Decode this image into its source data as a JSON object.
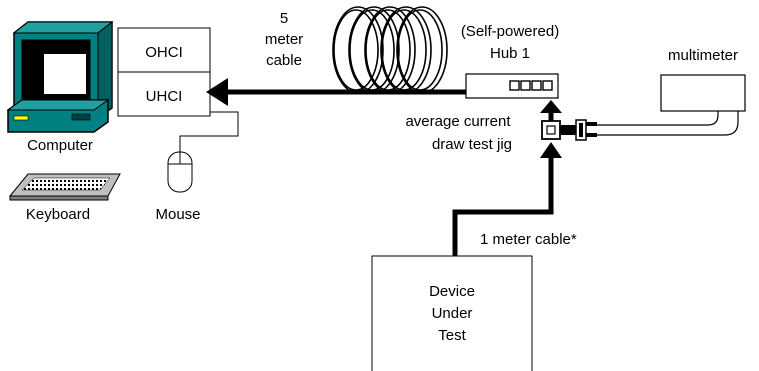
{
  "labels": {
    "cable_5m_line1": "5",
    "cable_5m_line2": "meter",
    "cable_5m_line3": "cable",
    "ohci": "OHCI",
    "uhci": "UHCI",
    "computer": "Computer",
    "keyboard": "Keyboard",
    "mouse": "Mouse",
    "hub_line1": "(Self-powered)",
    "hub_line2": "Hub 1",
    "multimeter": "multimeter",
    "jig_line1": "average current",
    "jig_line2": "draw test jig",
    "cable_1m": "1 meter cable*",
    "dut_line1": "Device",
    "dut_line2": "Under",
    "dut_line3": "Test"
  }
}
